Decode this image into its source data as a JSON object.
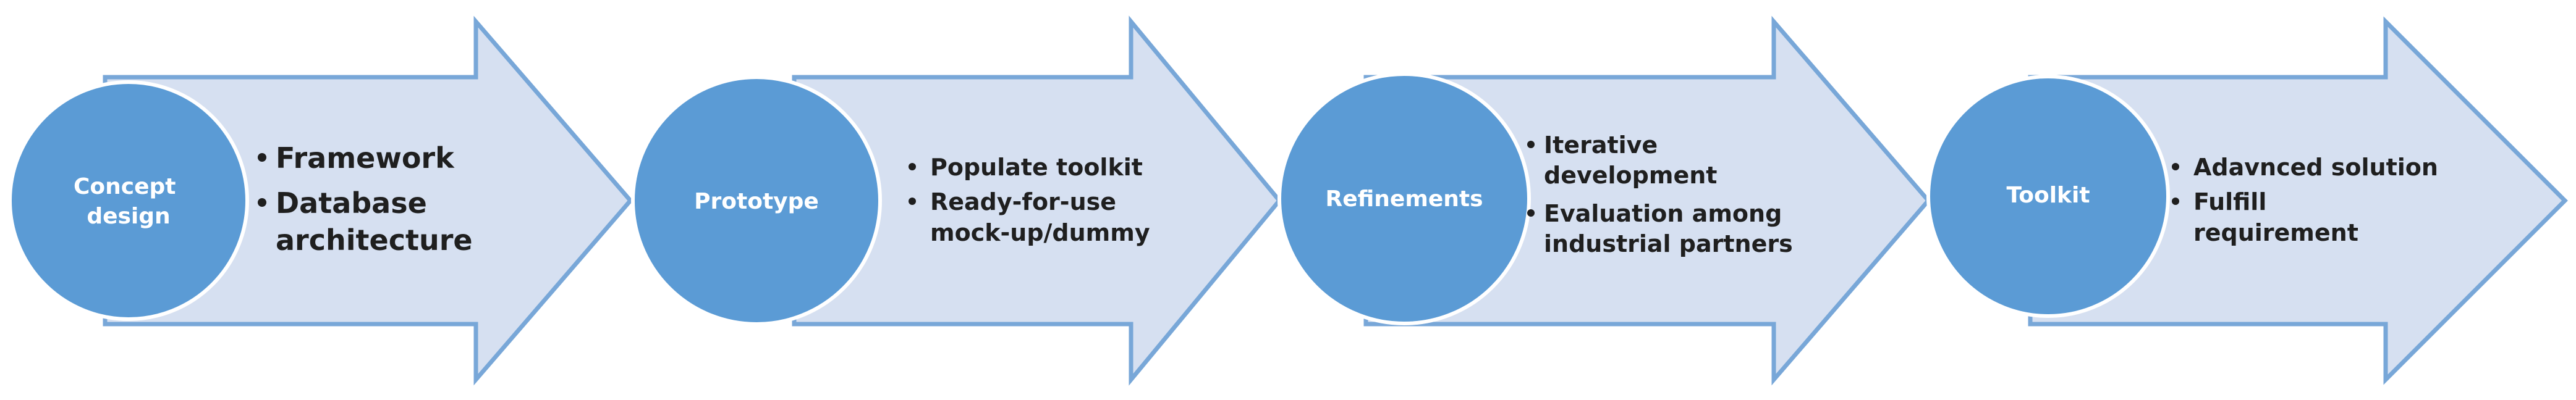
{
  "stages": [
    {
      "label_lines": [
        "Concept",
        "design"
      ],
      "bullets": [
        {
          "lines": [
            "Framework"
          ]
        },
        {
          "lines": [
            "Database",
            "architecture"
          ]
        }
      ]
    },
    {
      "label_lines": [
        "Prototype"
      ],
      "bullets": [
        {
          "lines": [
            "Populate toolkit"
          ]
        },
        {
          "lines": [
            "Ready-for-use",
            "mock-up/dummy"
          ]
        }
      ]
    },
    {
      "label_lines": [
        "Refinements"
      ],
      "bullets": [
        {
          "lines": [
            "Iterative",
            "development"
          ]
        },
        {
          "lines": [
            "Evaluation among",
            "industrial partners"
          ]
        }
      ]
    },
    {
      "label_lines": [
        "Toolkit"
      ],
      "bullets": [
        {
          "lines": [
            "Adavnced solution"
          ]
        },
        {
          "lines": [
            "Fulfill",
            "requirement"
          ]
        }
      ]
    }
  ],
  "colors": {
    "arrow_fill": "#d6e0f1",
    "arrow_stroke": "#78a7d8",
    "circle_fill": "#5b9bd5",
    "circle_text": "#ffffff",
    "bullet_text": "#1f1f1f"
  }
}
